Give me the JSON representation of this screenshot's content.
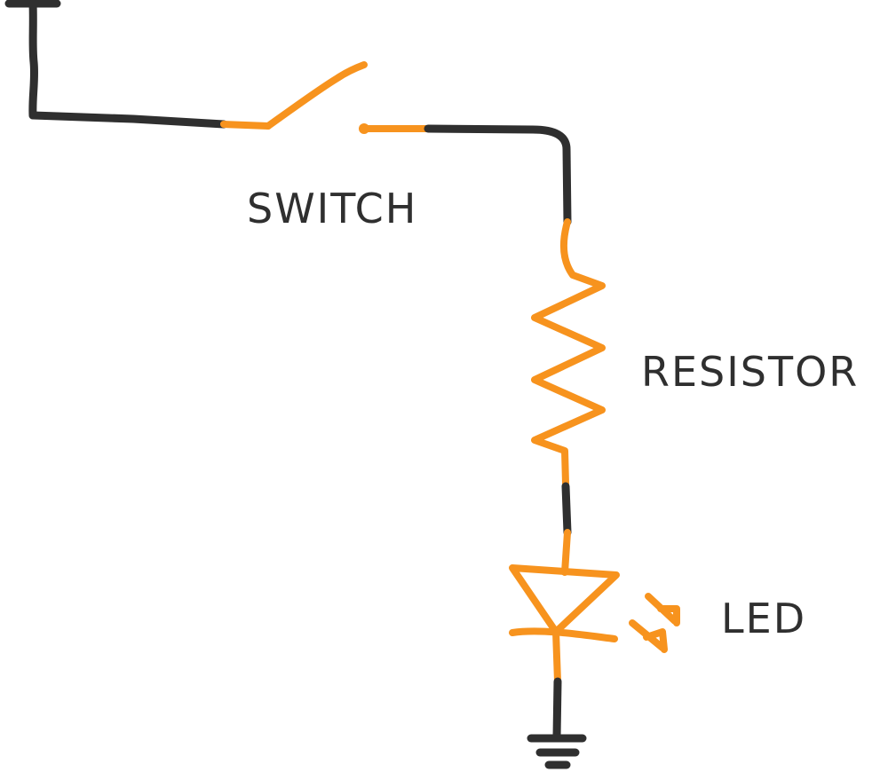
{
  "colors": {
    "wire": "#2f2f2f",
    "component": "#f7931e",
    "text": "#2f2f2f",
    "background": "#ffffff"
  },
  "labels": {
    "switch": "SWITCH",
    "resistor": "RESISTOR",
    "led": "LED"
  },
  "components": [
    {
      "type": "power-terminal"
    },
    {
      "type": "switch",
      "state": "open"
    },
    {
      "type": "resistor"
    },
    {
      "type": "led"
    },
    {
      "type": "ground"
    }
  ]
}
